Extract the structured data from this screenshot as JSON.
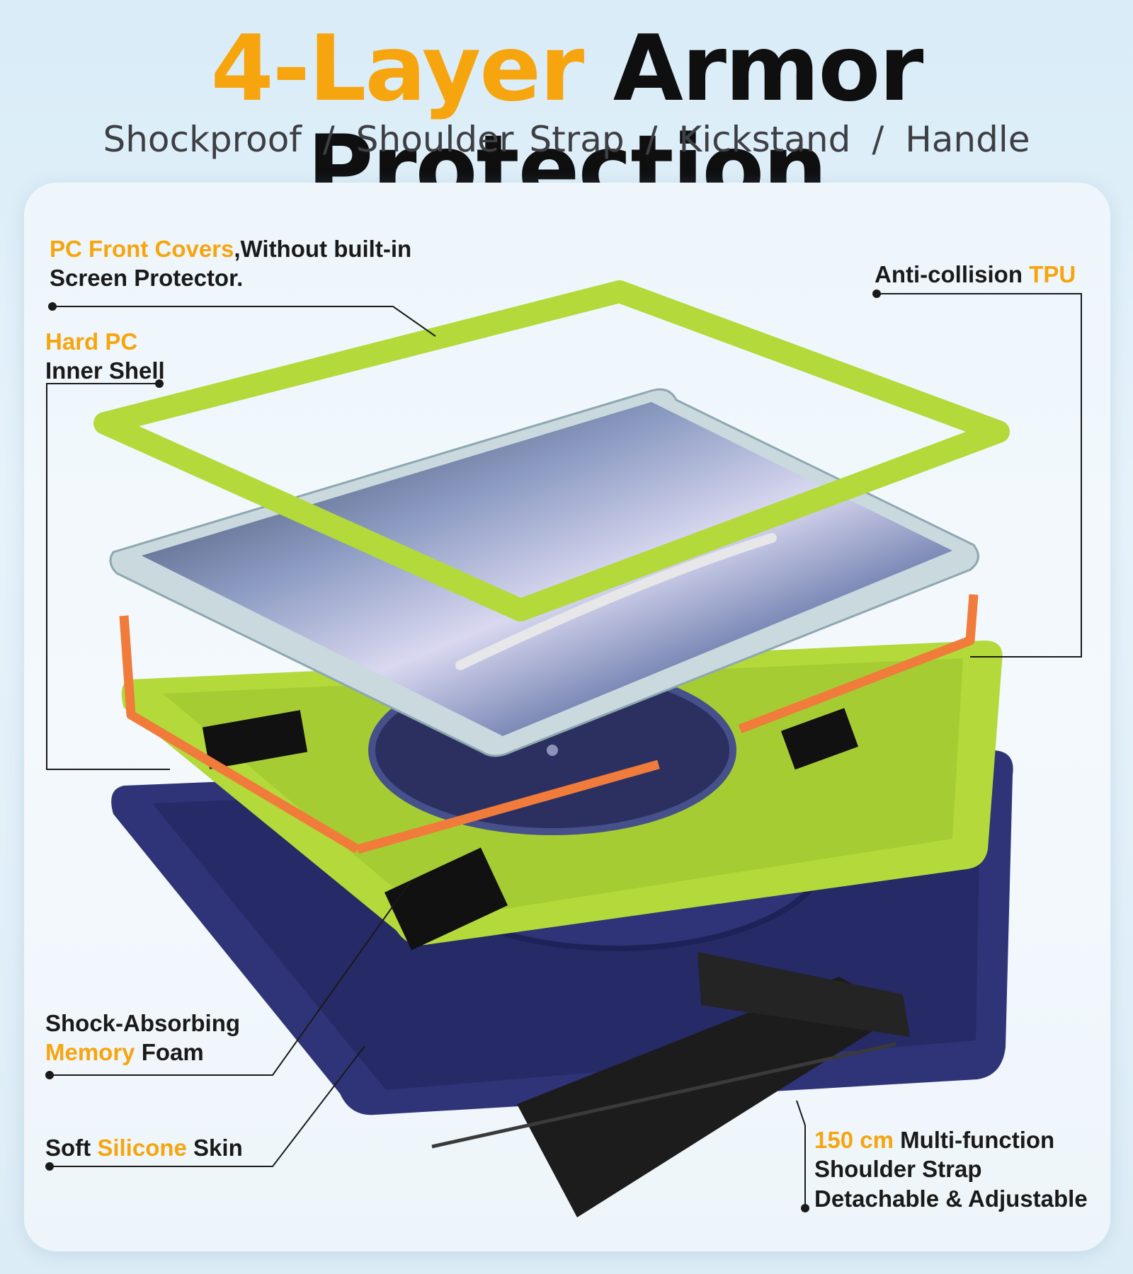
{
  "headline": {
    "accent": "4-Layer",
    "rest": "Armor Protection"
  },
  "features": [
    "Shockproof",
    "Shoulder Strap",
    "Kickstand",
    "Handle"
  ],
  "feature_separator": "/",
  "callouts": {
    "front_cover": {
      "hl": "PC Front Covers",
      "text": ",Without built-in",
      "line2": "Screen Protector."
    },
    "inner_shell": {
      "hl": "Hard PC",
      "line2": "Inner Shell"
    },
    "tpu": {
      "text": "Anti-collision ",
      "hl": "TPU"
    },
    "foam": {
      "line1": "Shock-Absorbing",
      "hl": "Memory",
      "text": " Foam"
    },
    "silicone": {
      "pre": "Soft ",
      "hl": "Silicone",
      "post": " Skin"
    },
    "strap": {
      "hl": "150 cm",
      "text": " Multi-function",
      "line2": "Shoulder Strap",
      "line3": "Detachable & Adjustable"
    }
  },
  "colors": {
    "accent": "#f6a50f",
    "lime": "#b3d93a",
    "navy": "#2f3478",
    "orange": "#f07b3a",
    "strap": "#1c1c1c"
  }
}
